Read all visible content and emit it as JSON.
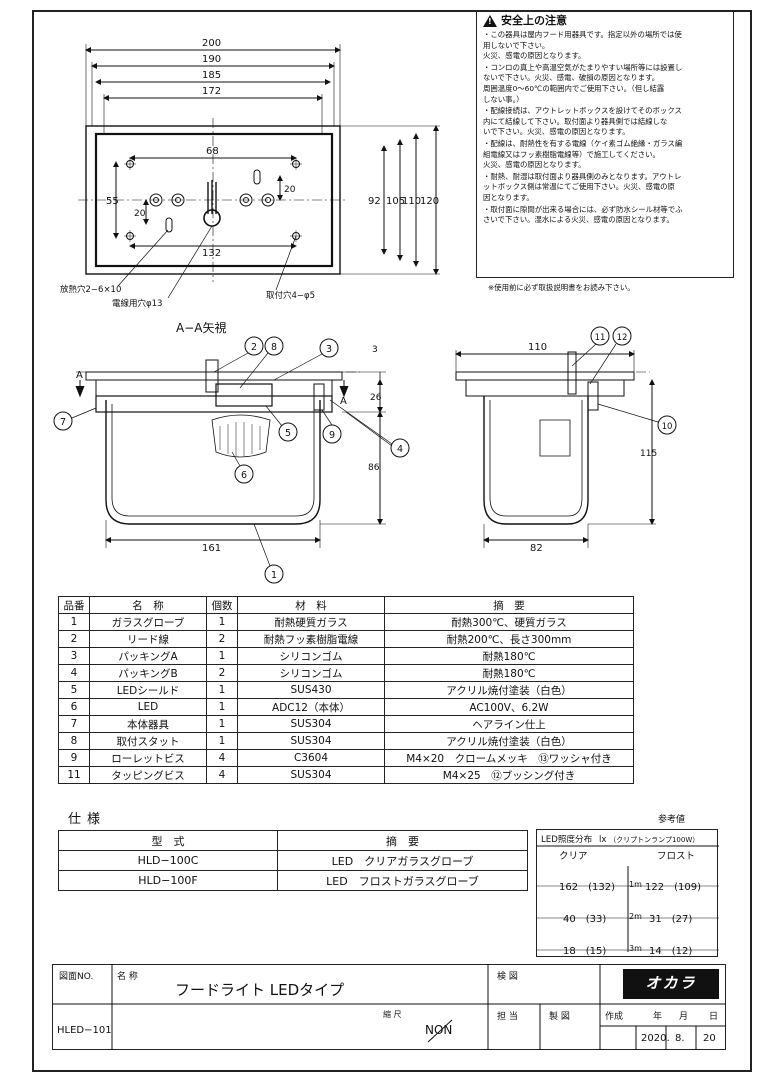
{
  "plan_view": {
    "dims_top": [
      "200",
      "190",
      "185",
      "172"
    ],
    "dim_inner_width": "68",
    "dim_bottom": "132",
    "dims_right": [
      "92",
      "105",
      "110",
      "120"
    ],
    "dim_left": "55",
    "dim_small_left": "20",
    "dim_small_right": "20",
    "label_heat_holes": "放熱穴2−6×10",
    "label_wire_hole": "電線用穴φ13",
    "label_mount_holes": "取付穴4−φ5"
  },
  "section_view": {
    "title": "A−A矢視",
    "section_marks": [
      "A",
      "A"
    ],
    "dims_right": [
      "3",
      "26",
      "86"
    ],
    "dim_bottom": "161",
    "balloons": [
      "1",
      "2",
      "3",
      "4",
      "5",
      "6",
      "7",
      "8",
      "9"
    ]
  },
  "side_view": {
    "dim_top": "110",
    "dim_right": "115",
    "dim_bottom": "82",
    "balloons": [
      "10",
      "11",
      "12"
    ]
  },
  "safety": {
    "icon": "warning-triangle-icon",
    "title": "安全上の注意",
    "items": [
      "・この器具は屋内フード用器具です。指定以外の場所では使\n  用しないで下さい。\n  火災、感電の原因となります。",
      "・コンロの真上や高温空気がたまりやすい場所等には設置し\n  ないで下さい。火災、感電、破損の原因となります。\n  周囲温度0〜60℃の範囲内でご使用下さい。（但し結露\n  しない事。）",
      "・配線接続は、アウトレットボックスを設けてそのボックス\n  内にて結線して下さい。取付面より器具側では結線しな\n  いで下さい。火災、感電の原因となります。",
      "・配線は、耐熱性を有する電線（ケイ素ゴム絶縁・ガラス編\n  組電線又はフッ素樹脂電線等）で施工してください。\n  火災、感電の原因となります。",
      "・耐熱、耐湿は取付面より器具側のみとなります。アウトレ\n  ットボックス側は常温にてご使用下さい。火災、感電の原\n  因となります。",
      "・取付面に隙間が出来る場合には、必ず防水シール材等でふ\n  さいで下さい。湿水による火災、感電の原因となります。"
    ],
    "note": "※使用前に必ず取扱説明書をお読み下さい。"
  },
  "parts_table": {
    "headers": [
      "品番",
      "名　称",
      "個数",
      "材　料",
      "摘　要"
    ],
    "rows": [
      [
        "1",
        "ガラスグローブ",
        "1",
        "耐熱硬質ガラス",
        "耐熱300℃、硬質ガラス"
      ],
      [
        "2",
        "リード線",
        "2",
        "耐熱フッ素樹脂電線",
        "耐熱200℃、長さ300mm"
      ],
      [
        "3",
        "パッキングA",
        "1",
        "シリコンゴム",
        "耐熱180℃"
      ],
      [
        "4",
        "パッキングB",
        "2",
        "シリコンゴム",
        "耐熱180℃"
      ],
      [
        "5",
        "LEDシールド",
        "1",
        "SUS430",
        "アクリル焼付塗装（白色）"
      ],
      [
        "6",
        "LED",
        "1",
        "ADC12（本体）",
        "AC100V、6.2W"
      ],
      [
        "7",
        "本体器具",
        "1",
        "SUS304",
        "ヘアライン仕上"
      ],
      [
        "8",
        "取付スタット",
        "1",
        "SUS304",
        "アクリル焼付塗装（白色）"
      ],
      [
        "9",
        "ローレットビス",
        "4",
        "C3604",
        "M4×20　クロームメッキ　⑬ワッシャ付き"
      ],
      [
        "11",
        "タッピングビス",
        "4",
        "SUS304",
        "M4×25　⑫ブッシング付き"
      ]
    ]
  },
  "spec": {
    "title": "仕様",
    "headers": [
      "型　式",
      "摘　要"
    ],
    "rows": [
      [
        "HLD−100C",
        "LED　クリアガラスグローブ"
      ],
      [
        "HLD−100F",
        "LED　フロストガラスグローブ"
      ]
    ]
  },
  "lux": {
    "ref_label": "参考値",
    "title": "LED照度分布",
    "unit": "lx",
    "unit_note": "（クリプトンランプ100W）",
    "clear_label": "クリア",
    "frost_label": "フロスト",
    "rows": [
      {
        "clear": "162　(132)",
        "dist": "1m",
        "frost": "122　(109)"
      },
      {
        "clear": "40　(33)",
        "dist": "2m",
        "frost": "31　(27)"
      },
      {
        "clear": "18　(15)",
        "dist": "3m",
        "frost": "14　(12)"
      }
    ]
  },
  "title_block": {
    "drawing_no_label": "図面NO.",
    "drawing_no": "HLED−101",
    "name_label": "名 称",
    "name": "フードライト LEDタイプ",
    "scale_label": "縮 尺",
    "scale_value": "NON",
    "approve_label": "検 図",
    "charge_label": "担 当",
    "draft_label": "製 図",
    "logo": "オカラ",
    "date_labels": [
      "作成",
      "年",
      "月",
      "日"
    ],
    "date_year": "2020.",
    "date_month": "8.",
    "date_day": "20"
  }
}
